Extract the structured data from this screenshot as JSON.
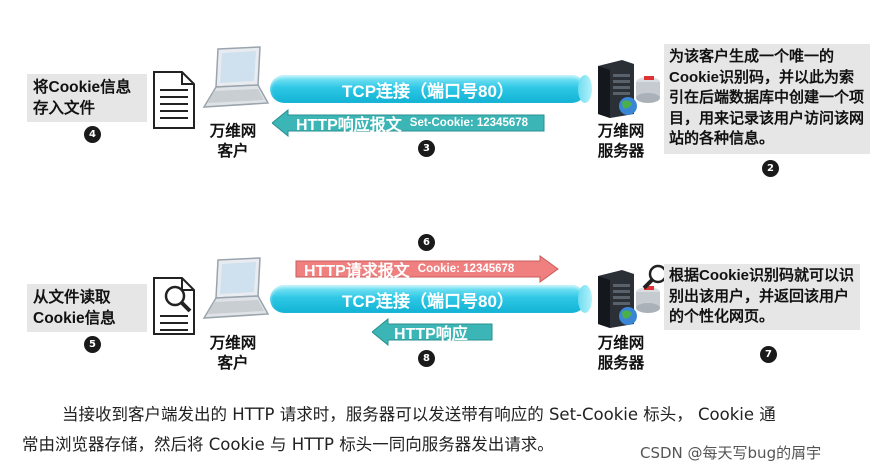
{
  "top": {
    "client_note": "将Cookie信息\n存入文件",
    "client_note_num": "4",
    "client_label_1": "万维网",
    "client_label_2": "客户",
    "tcp_label": "TCP连接（端口号80）",
    "response_main": "HTTP响应报文",
    "response_small": "Set-Cookie: 12345678",
    "response_num": "3",
    "server_label_1": "万维网",
    "server_label_2": "服务器",
    "server_note": "为该客户生成一个唯一的Cookie识别码，并以此为索引在后端数据库中创建一个项目，用来记录该用户访问该网站的各种信息。",
    "server_note_num": "2"
  },
  "bottom": {
    "client_note": "从文件读取\nCookie信息",
    "client_note_num": "5",
    "client_label_1": "万维网",
    "client_label_2": "客户",
    "request_num": "6",
    "request_main": "HTTP请求报文",
    "request_small": "Cookie: 12345678",
    "tcp_label": "TCP连接（端口号80）",
    "response_main": "HTTP响应",
    "response_num": "8",
    "server_label_1": "万维网",
    "server_label_2": "服务器",
    "server_note": "根据Cookie识别码就可以识别出该用户，并返回该用户的个性化网页。",
    "server_note_num": "7"
  },
  "caption": {
    "line1": "当接收到客户端发出的 HTTP 请求时，服务器可以发送带有响应的 Set-Cookie 标头， Cookie 通",
    "line2": "常由浏览器存储，然后将 Cookie 与 HTTP 标头一同向服务器发出请求。"
  },
  "watermark": "CSDN @每天写bug的屑宇",
  "colors": {
    "tube": "#2fc8e6",
    "response_arrow": "#3bb5b5",
    "request_arrow": "#f08080",
    "note_bg": "#e6e6e6"
  }
}
